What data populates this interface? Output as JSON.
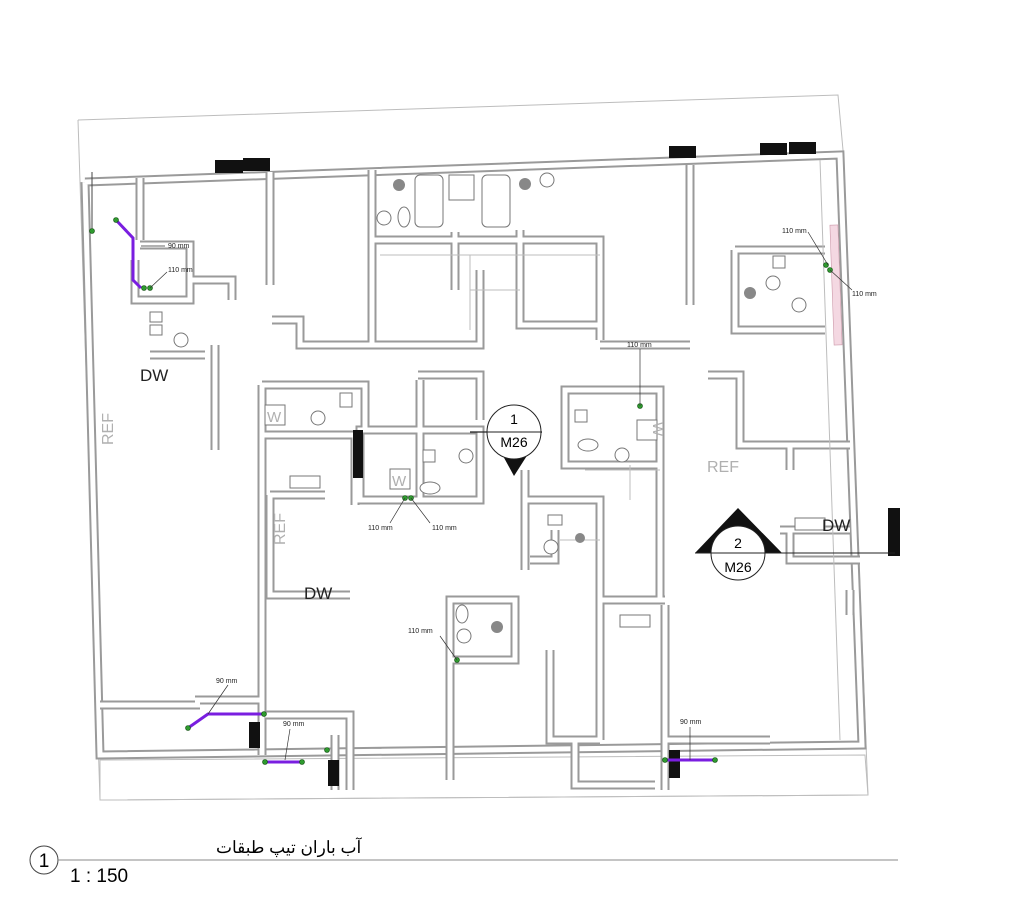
{
  "drawing": {
    "title": "آب باران تیپ طبقات",
    "view_number": "1",
    "scale": "1 : 150"
  },
  "pipe_labels": {
    "d90": "90 mm",
    "d110": "110 mm"
  },
  "room_tags": {
    "dishwasher": "DW",
    "refrigerator": "REF",
    "washer": "W"
  },
  "section_markers": [
    {
      "number": "1",
      "sheet": "M26"
    },
    {
      "number": "2",
      "sheet": "M26"
    }
  ],
  "colors": {
    "wall": "#9a9a9a",
    "rain_pipe": "#7a1ee0",
    "drain_point": "#2e9a2e"
  }
}
